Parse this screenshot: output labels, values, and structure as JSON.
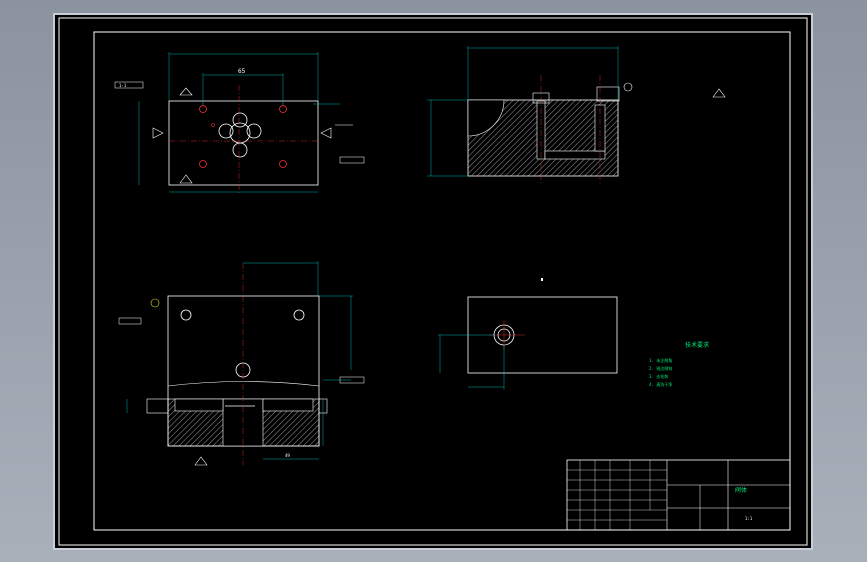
{
  "drawing": {
    "dim_top": "65",
    "dim_left": "1-1",
    "dim_bottom_left": "49",
    "tech_title": "技术要求",
    "tech_notes": [
      "1. 未注倒角 ",
      "2. 锐边倒钝 ",
      "3. 去毛刺",
      "4. 清洗干净"
    ],
    "title_block": {
      "part_name": "阀体",
      "scale": "1:1"
    }
  },
  "colors": {
    "background": "#000000",
    "outline": "#ffffff",
    "dimension": "#00d8d8",
    "hidden": "#e0e030",
    "centerline": "#ff3030",
    "note": "#00e676"
  }
}
